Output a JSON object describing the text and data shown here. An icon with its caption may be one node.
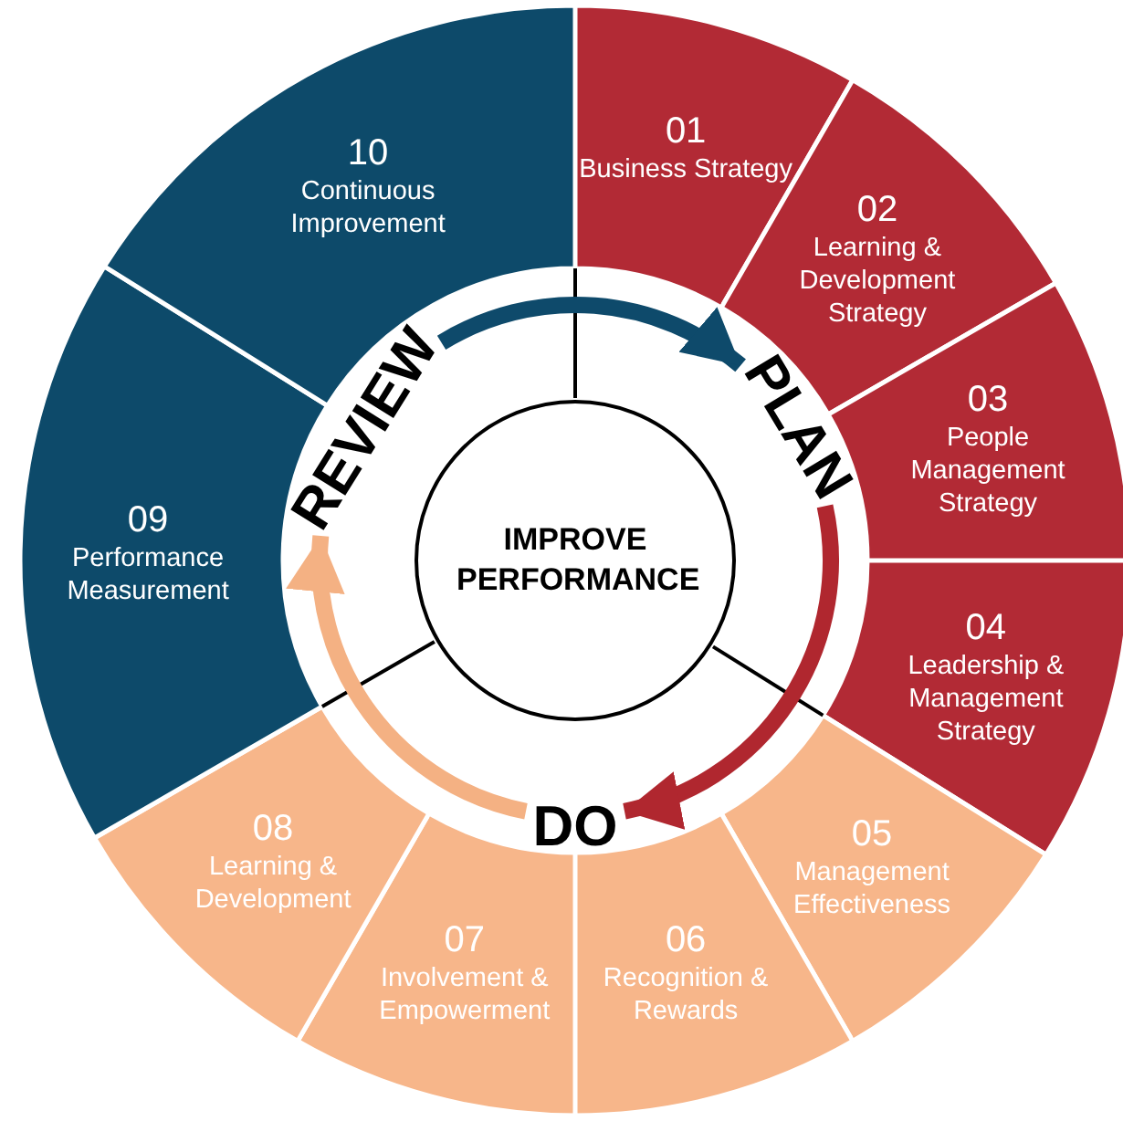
{
  "diagram": {
    "nodes": [
      {
        "text": [
          "IMPROVE PERFORMANCE"
        ]
      },
      {
        "text": [
          "01",
          "Business Strategy"
        ]
      },
      {
        "text": [
          "02",
          "Learning & Development Strategy"
        ]
      },
      {
        "text": [
          "03",
          "People Management Strategy"
        ]
      },
      {
        "text": [
          "04",
          "Leadership & Management Strategy"
        ]
      },
      {
        "text": [
          "05",
          "Management Effectiveness"
        ]
      },
      {
        "text": [
          "06",
          "Recognition & Rewards"
        ]
      },
      {
        "text": [
          "07",
          "Involvement & Empowerment"
        ]
      },
      {
        "text": [
          "08",
          "Learning & Development"
        ]
      },
      {
        "text": [
          "09",
          "Performance Measurement"
        ]
      },
      {
        "text": [
          "10",
          "Continuous Improvement"
        ]
      },
      {
        "text": [
          "PLAN"
        ]
      },
      {
        "text": [
          "DO"
        ]
      },
      {
        "text": [
          "REVIEW"
        ]
      }
    ],
    "edges": [
      {
        "from": 13,
        "to": 11,
        "arrow": "to",
        "color": "#0e4a6b"
      },
      {
        "from": 11,
        "to": 12,
        "arrow": "to",
        "color": "#b0272f"
      },
      {
        "from": 12,
        "to": 13,
        "arrow": "to",
        "color": "#f4b183"
      }
    ]
  }
}
